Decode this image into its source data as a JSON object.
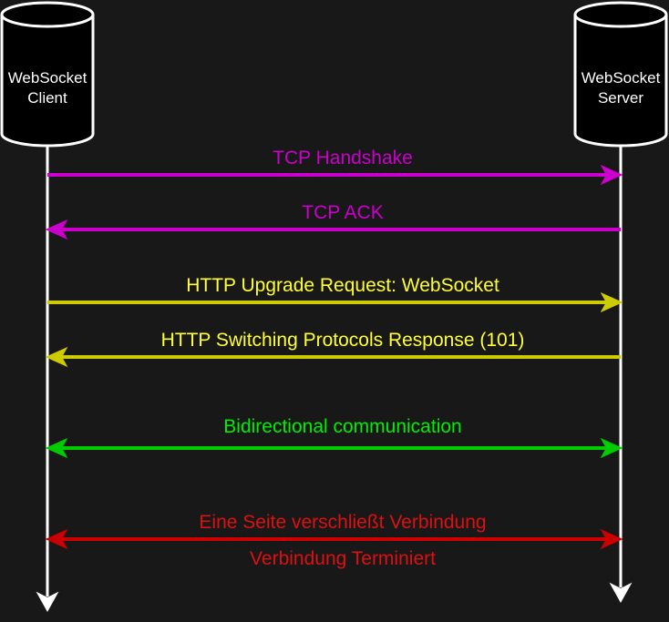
{
  "nodes": {
    "client": {
      "line1": "WebSocket",
      "line2": "Client"
    },
    "server": {
      "line1": "WebSocket",
      "line2": "Server"
    }
  },
  "messages": [
    {
      "id": "tcp-handshake",
      "label": "TCP Handshake",
      "direction": "client-to-server",
      "color": "#cc00cc"
    },
    {
      "id": "tcp-ack",
      "label": "TCP ACK",
      "direction": "server-to-client",
      "color": "#cc00cc"
    },
    {
      "id": "http-upgrade",
      "label": "HTTP Upgrade Request: WebSocket",
      "direction": "client-to-server",
      "color": "#cccc00"
    },
    {
      "id": "http-switching",
      "label": "HTTP Switching Protocols Response (101)",
      "direction": "server-to-client",
      "color": "#cccc00"
    },
    {
      "id": "bidirectional",
      "label": "Bidirectional communication",
      "direction": "both",
      "color": "#00cc00"
    },
    {
      "id": "close",
      "label": "Eine Seite verschließt Verbindung",
      "sublabel": "Verbindung Terminiert",
      "direction": "both",
      "color": "#cc0000"
    }
  ],
  "colors": {
    "background": "#181818",
    "lifeline": "#ffffff",
    "cylinder_fill": "#000000",
    "magenta": "#cc00cc",
    "yellow": "#cccc00",
    "green": "#00cc00",
    "red": "#cc0000"
  }
}
